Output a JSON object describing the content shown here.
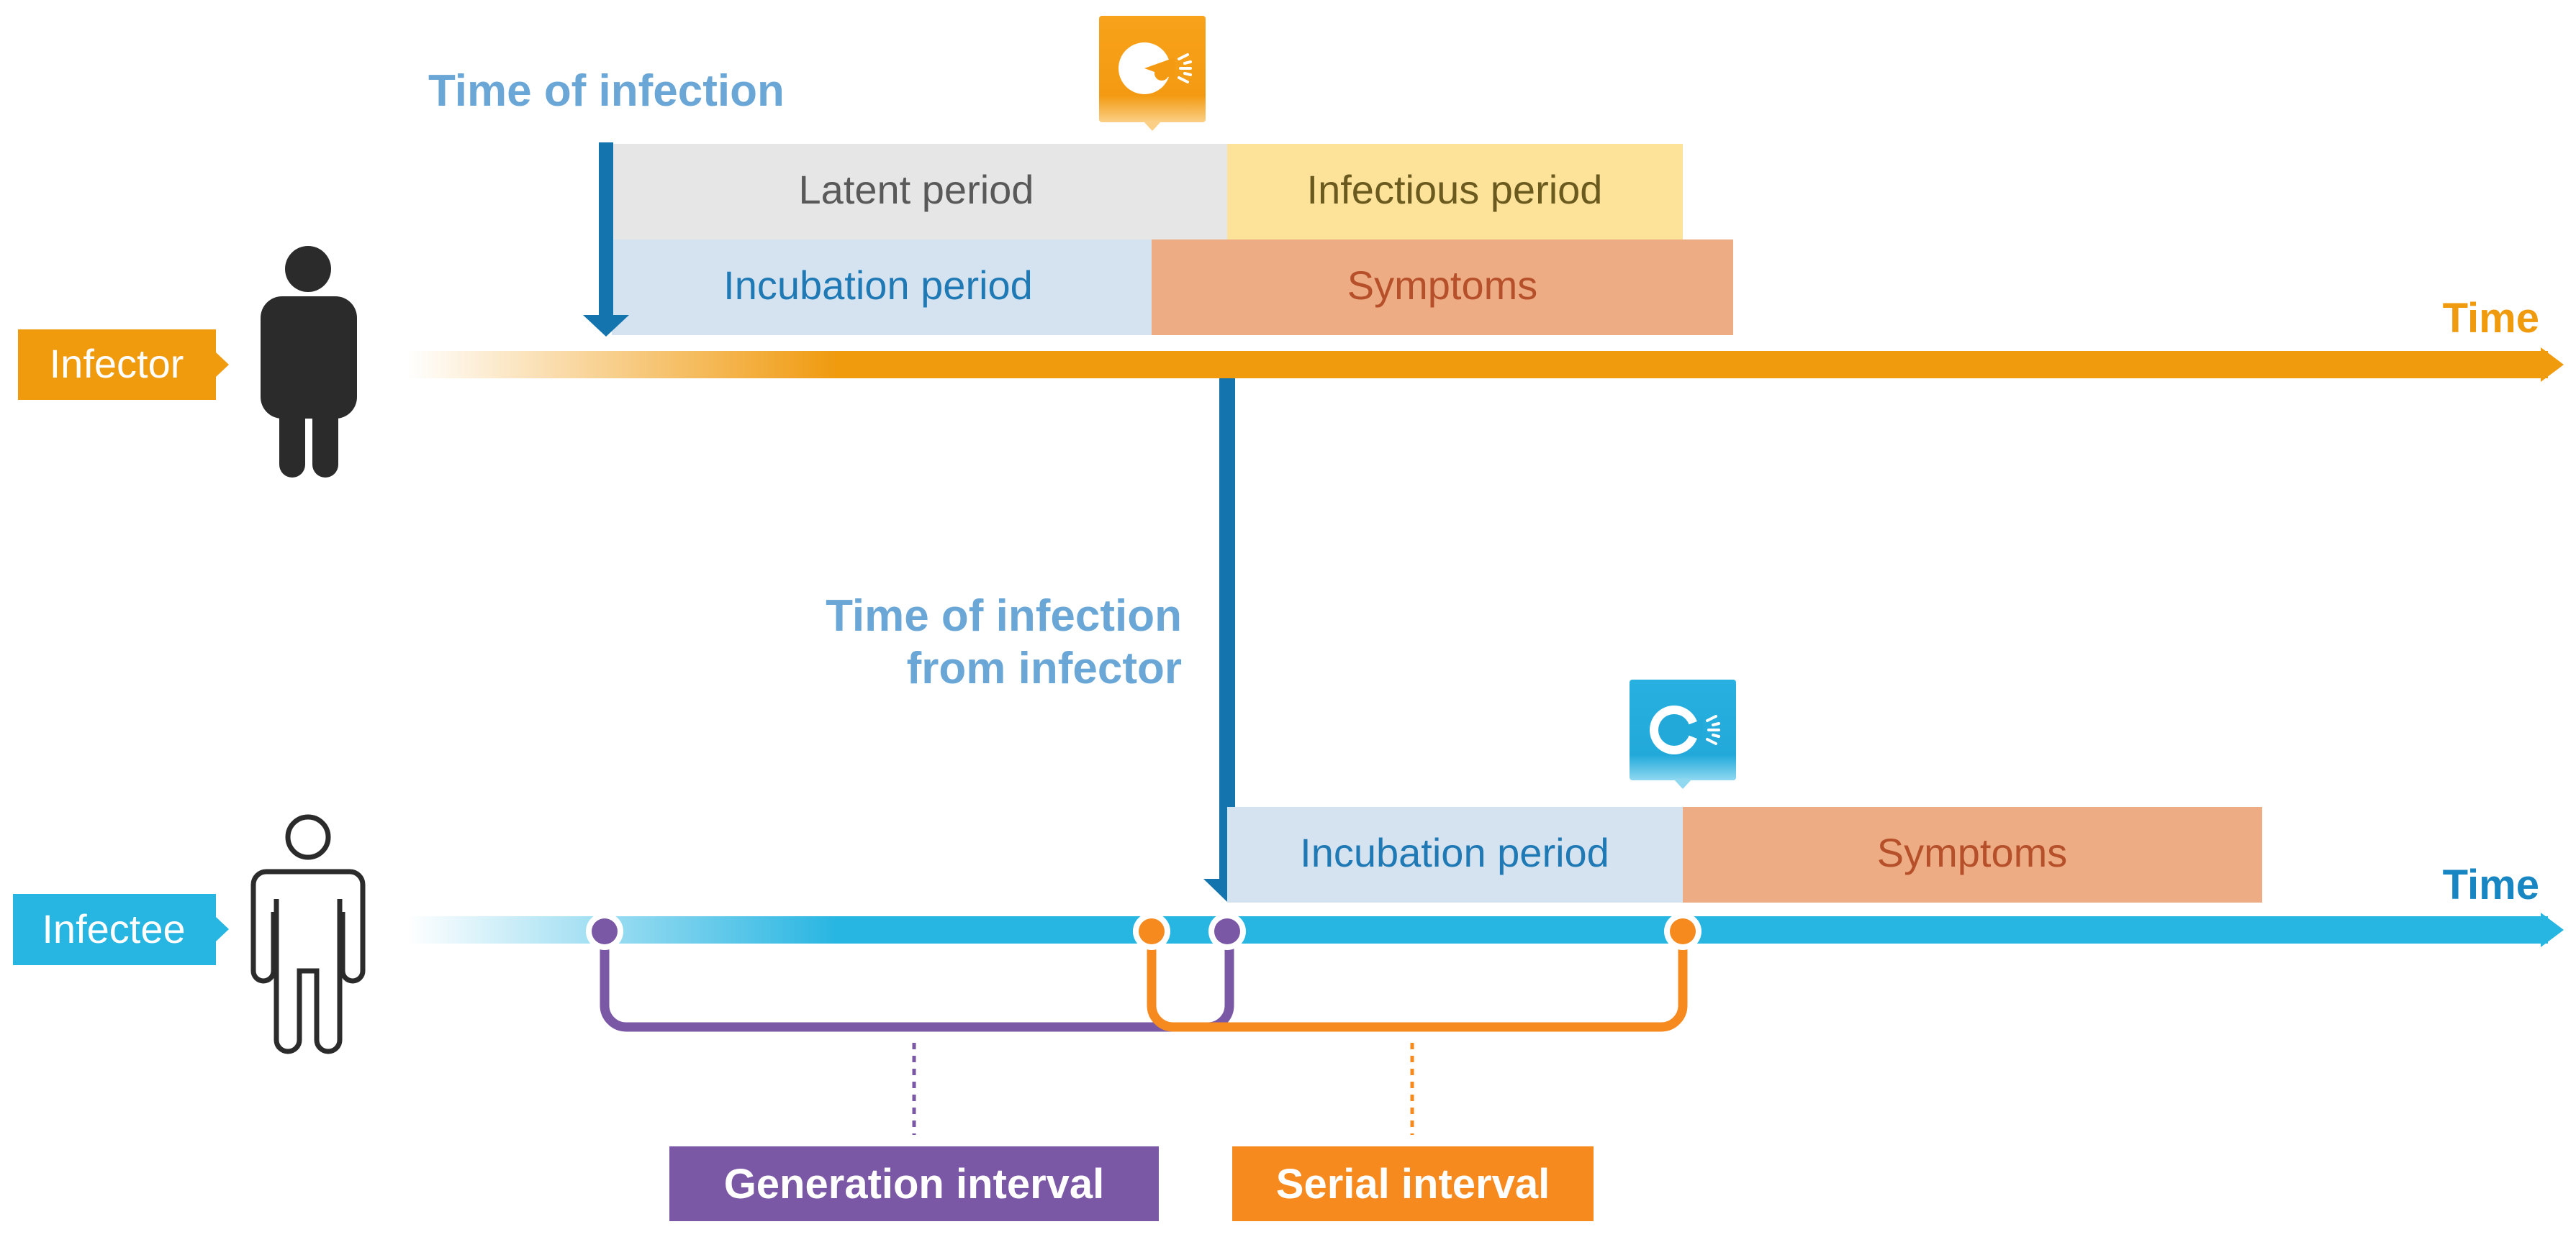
{
  "colors": {
    "infector_orange": "#f09a0e",
    "infectee_blue": "#27b5e2",
    "light_blue_text": "#6aa7d6",
    "dark_blue": "#1474ae",
    "latent_bg": "#e6e6e6",
    "infectious_bg": "#fde39a",
    "incubation_bg": "#d5e3f1",
    "symptoms_bg": "#eeac84",
    "generation_purple": "#7b58a6",
    "serial_orange": "#f68a1f"
  },
  "infector": {
    "label": "Infector",
    "time_label": "Time",
    "time_of_infection": "Time of infection",
    "latent_period": "Latent period",
    "infectious_period": "Infectious period",
    "incubation_period": "Incubation period",
    "symptoms": "Symptoms",
    "person_icon": "person-filled-icon",
    "cough_icon": "cough-icon"
  },
  "transmission": {
    "line1": "Time of infection",
    "line2": "from infector"
  },
  "infectee": {
    "label": "Infectee",
    "time_label": "Time",
    "incubation_period": "Incubation period",
    "symptoms": "Symptoms",
    "person_icon": "person-outline-icon",
    "cough_icon": "cough-icon"
  },
  "intervals": {
    "generation": "Generation interval",
    "serial": "Serial interval"
  }
}
